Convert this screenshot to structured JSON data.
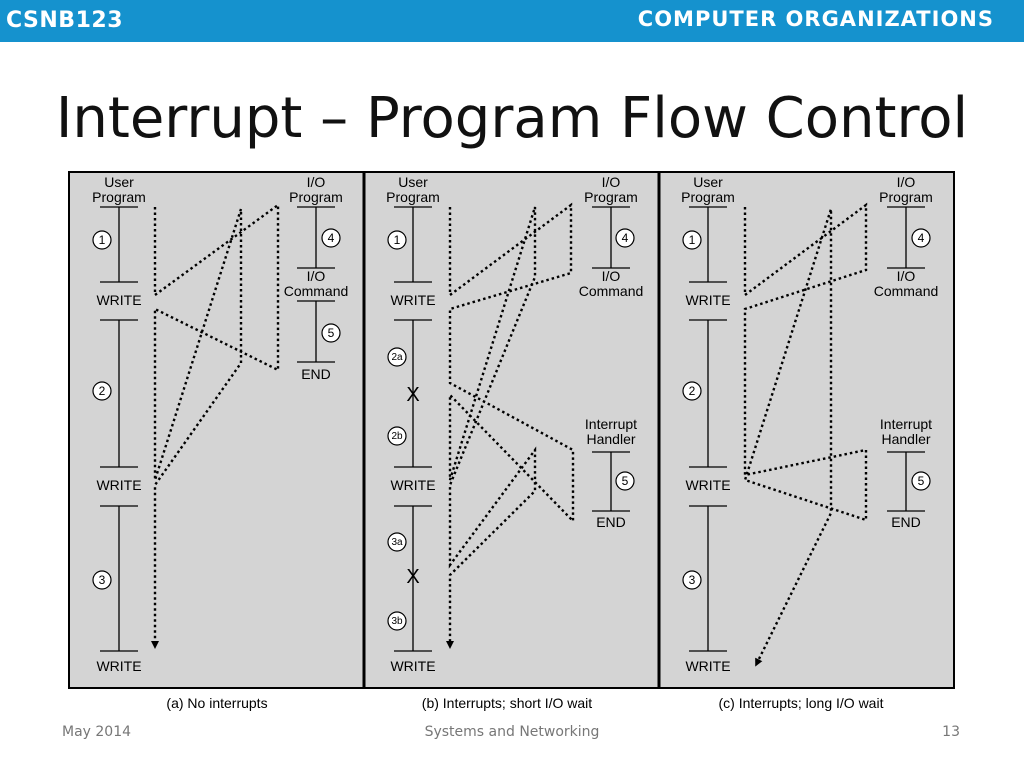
{
  "header": {
    "course_code": "CSNB123",
    "subject": "COMPUTER ORGANIZATIONS"
  },
  "slide": {
    "title": "Interrupt – Program Flow Control"
  },
  "colors": {
    "header_bar": "#1592ce",
    "panel_bg": "#d4d4d4",
    "line": "#000000"
  },
  "diagram": {
    "panels": [
      {
        "caption": "(a) No interrupts",
        "user_program": [
          "User",
          "Program"
        ],
        "io_program": [
          "I/O",
          "Program"
        ],
        "io_command": [
          "I/O",
          "Command"
        ],
        "end": "END",
        "user_steps": [
          "1",
          "2",
          "3"
        ],
        "io_steps": [
          "4",
          "5"
        ],
        "write_labels": [
          "WRITE",
          "WRITE",
          "WRITE"
        ]
      },
      {
        "caption": "(b) Interrupts; short I/O wait",
        "user_program": [
          "User",
          "Program"
        ],
        "io_program": [
          "I/O",
          "Program"
        ],
        "io_command": [
          "I/O",
          "Command"
        ],
        "interrupt_handler": [
          "Interrupt",
          "Handler"
        ],
        "end": "END",
        "user_steps": [
          "1",
          "2a",
          "2b",
          "3a",
          "3b"
        ],
        "io_steps": [
          "4",
          "5"
        ],
        "write_labels": [
          "WRITE",
          "WRITE",
          "WRITE"
        ],
        "interrupt_marks": [
          "X",
          "X"
        ]
      },
      {
        "caption": "(c) Interrupts; long I/O wait",
        "user_program": [
          "User",
          "Program"
        ],
        "io_program": [
          "I/O",
          "Program"
        ],
        "io_command": [
          "I/O",
          "Command"
        ],
        "interrupt_handler": [
          "Interrupt",
          "Handler"
        ],
        "end": "END",
        "user_steps": [
          "1",
          "2",
          "3"
        ],
        "io_steps": [
          "4",
          "5"
        ],
        "write_labels": [
          "WRITE",
          "WRITE",
          "WRITE"
        ]
      }
    ]
  },
  "footer": {
    "date": "May 2014",
    "center": "Systems and Networking",
    "page": "13"
  }
}
